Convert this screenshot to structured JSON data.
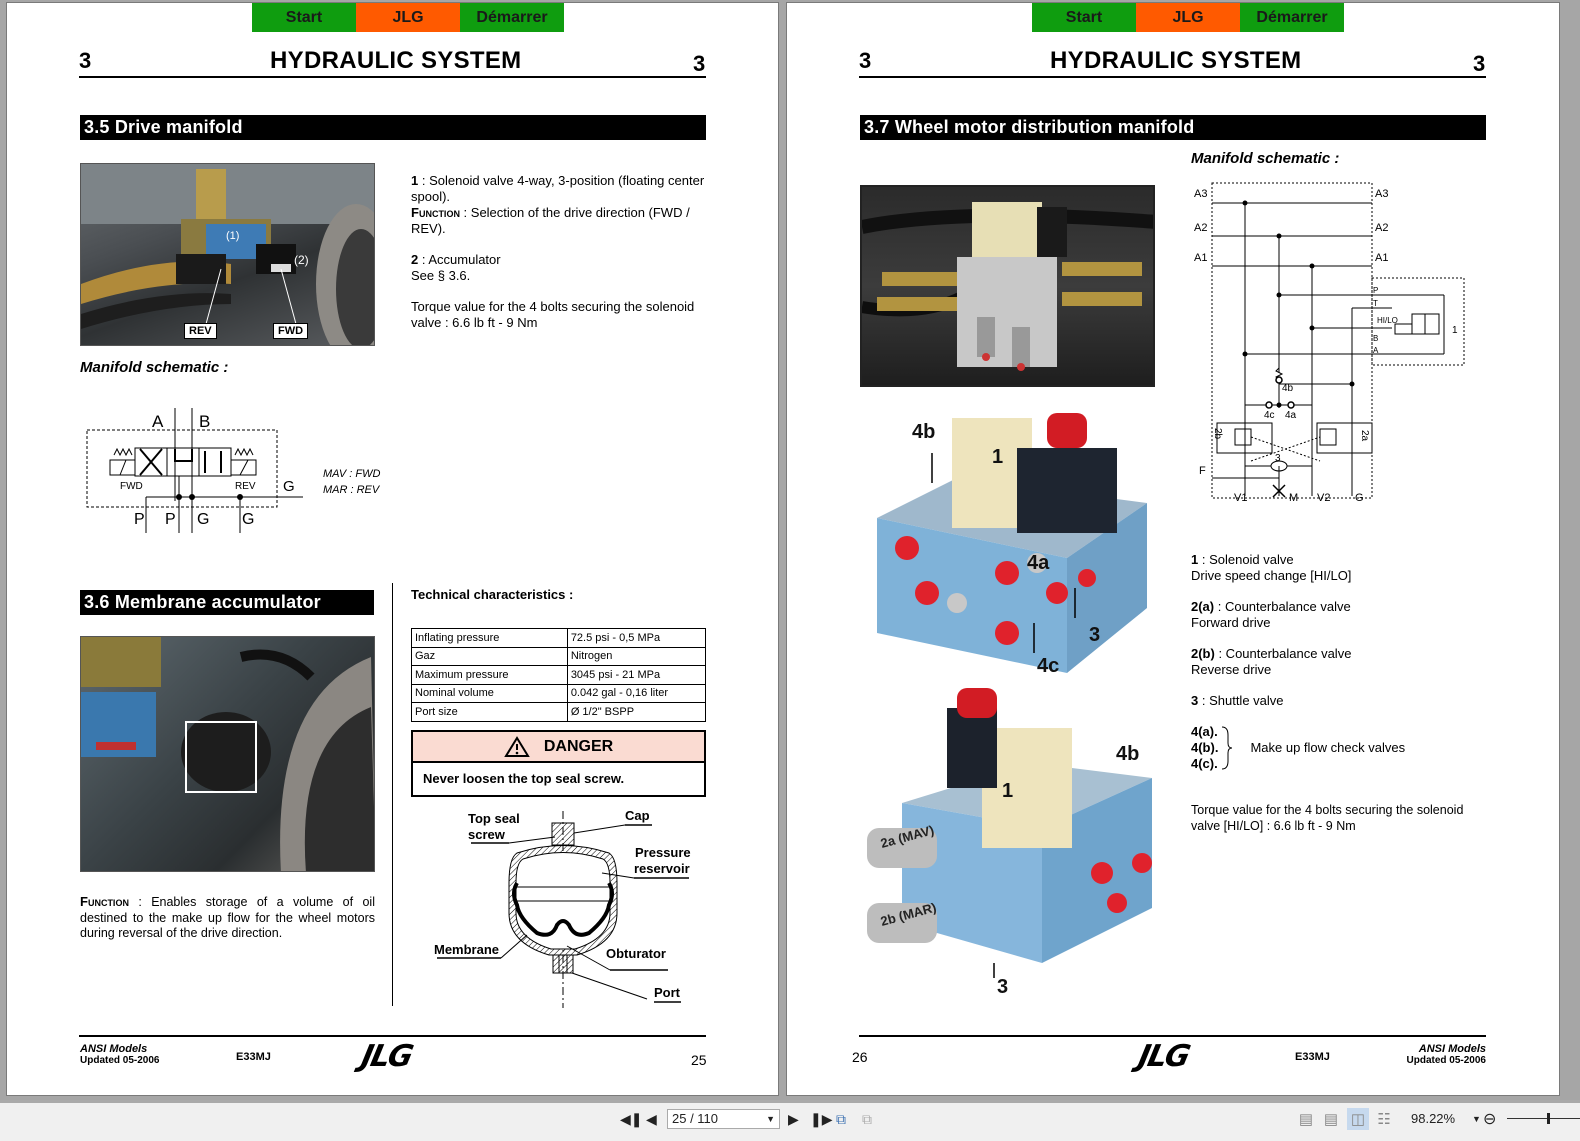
{
  "nav_tabs": [
    {
      "label": "Start",
      "color": "#0f9d0f"
    },
    {
      "label": "JLG",
      "color": "#ff5a00"
    },
    {
      "label": "Démarrer",
      "color": "#0f9d0f"
    }
  ],
  "left_page": {
    "chapter_number": "3",
    "title": "HYDRAULIC SYSTEM",
    "section1": {
      "heading": "3.5 Drive manifold",
      "photo_labels": {
        "rev": "REV",
        "fwd": "FWD",
        "item1": "(1)",
        "item2": "(2)"
      },
      "item1_num": "1",
      "item1_text": " : Solenoid valve 4-way, 3-position (floating center spool).",
      "function_label": "Function",
      "function_text": " : Selection of the drive direction (FWD / REV).",
      "item2_num": "2",
      "item2_text": " : Accumulator",
      "item2_see": "See § 3.6.",
      "torque": "Torque value for the 4 bolts securing the solenoid valve : 6.6 lb ft - 9 Nm",
      "schematic_heading": "Manifold schematic :",
      "schematic_labels": {
        "a": "A",
        "b": "B",
        "fwd": "FWD",
        "rev": "REV",
        "g": "G",
        "p1": "P",
        "p2": "P",
        "g1": "G",
        "g2": "G"
      },
      "legend": [
        "MAV : FWD",
        "MAR : REV"
      ]
    },
    "section2": {
      "heading": "3.6 Membrane accumulator",
      "function_label": "Function",
      "function_text": " : Enables storage of a volume of oil destined to the make up flow for the wheel motors during reversal of the drive direction.",
      "tech_heading": "Technical characteristics :",
      "tech_rows": [
        [
          "Inflating pressure",
          "72.5 psi - 0,5 MPa"
        ],
        [
          "Gaz",
          "Nitrogen"
        ],
        [
          "Maximum pressure",
          "3045 psi - 21 MPa"
        ],
        [
          "Nominal volume",
          "0.042 gal - 0,16 liter"
        ],
        [
          "Port size",
          "Ø 1/2\" BSPP"
        ]
      ],
      "danger_title": "DANGER",
      "danger_text": "Never loosen the top seal screw.",
      "diagram_labels": {
        "top_seal_screw_1": "Top seal",
        "top_seal_screw_2": "screw",
        "cap": "Cap",
        "pressure_1": "Pressure",
        "pressure_2": "reservoir",
        "membrane": "Membrane",
        "obturator": "Obturator",
        "port": "Port"
      }
    },
    "footer": {
      "ansi": "ANSI  Models",
      "updated": "Updated 05-2006",
      "model": "E33MJ",
      "logo": "JLG",
      "page": "25"
    }
  },
  "right_page": {
    "chapter_number": "3",
    "title": "HYDRAULIC SYSTEM",
    "section": {
      "heading": "3.7 Wheel motor distribution manifold",
      "schematic_heading": "Manifold schematic :",
      "schematic_labels": {
        "a3": "A3",
        "a2": "A2",
        "a1": "A1",
        "p": "P",
        "t": "T",
        "b": "B",
        "a": "A",
        "hilo": "HI/LO",
        "one": "1",
        "4b": "4b",
        "4c": "4c",
        "4a": "4a",
        "2b": "2b",
        "2a": "2a",
        "3": "3",
        "f": "F",
        "v1": "V1",
        "m": "M",
        "v2": "V2",
        "g": "G"
      },
      "photo_callouts_top": {
        "c4b": "4b",
        "c1": "1",
        "c4a": "4a",
        "c3": "3",
        "c4c": "4c"
      },
      "photo_callouts_bottom": {
        "c4b": "4b",
        "c1": "1",
        "c2a": "2a (MAV)",
        "c2b": "2b (MAR)",
        "c3": "3"
      },
      "items": [
        {
          "num": "1",
          "text": " : Solenoid valve",
          "sub": "Drive speed change [HI/LO]"
        },
        {
          "num": "2(a)",
          "text": " : Counterbalance valve",
          "sub": "Forward drive"
        },
        {
          "num": "2(b)",
          "text": " : Counterbalance valve",
          "sub": "Reverse drive"
        },
        {
          "num": "3",
          "text": " : Shuttle valve",
          "sub": ""
        }
      ],
      "check_valves": [
        "4(a).",
        "4(b).",
        "4(c)."
      ],
      "check_valves_text": "Make up flow check valves",
      "torque": "Torque value for the 4 bolts securing the solenoid valve [HI/LO] : 6.6 lb ft - 9 Nm"
    },
    "footer": {
      "page": "26",
      "logo": "JLG",
      "model": "E33MJ",
      "ansi": "ANSI  Models",
      "updated": "Updated 05-2006"
    }
  },
  "toolbar": {
    "page_indicator": "25 / 110",
    "zoom_level": "98.22%",
    "zoom_slider_fraction": 0.55,
    "icons": [
      "first-page-icon",
      "prev-page-icon",
      "next-page-icon",
      "last-page-icon",
      "previous-view-icon",
      "next-view-icon",
      "single-page-icon",
      "continuous-icon",
      "facing-icon",
      "continuous-facing-icon",
      "zoom-out-icon"
    ]
  }
}
